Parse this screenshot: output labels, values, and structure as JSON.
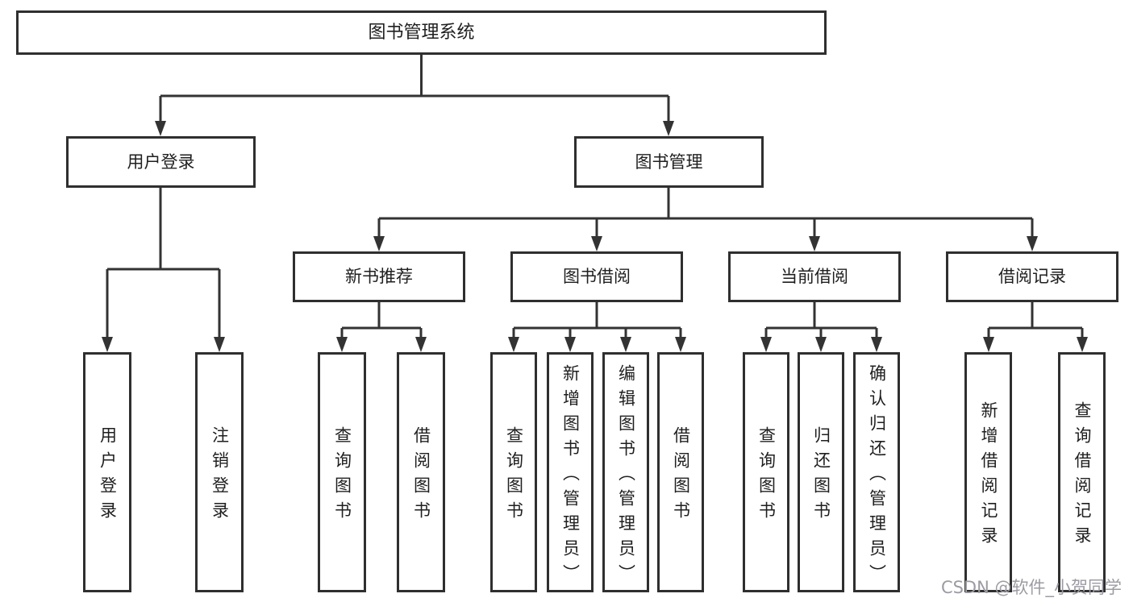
{
  "diagram": {
    "title": "图书管理系统",
    "line_color": "#333333",
    "box_border_color": "#2f2f2f",
    "text_color": "#1f1f1f",
    "nodes": {
      "root": "图书管理系统",
      "user_login": "用户登录",
      "book_mgmt": "图书管理",
      "new_book_rec": "新书推荐",
      "book_borrow": "图书借阅",
      "current_borrow": "当前借阅",
      "borrow_records": "借阅记录",
      "leaf_user_login": "用户登录",
      "leaf_logout": "注销登录",
      "rec_query_book": "查询图书",
      "rec_borrow_book": "借阅图书",
      "bb_query_book": "查询图书",
      "bb_add_book": "新增图书（管理员）",
      "bb_edit_book": "编辑图书（管理员）",
      "bb_borrow_book": "借阅图书",
      "cb_query_book": "查询图书",
      "cb_return_book": "归还图书",
      "cb_confirm_return": "确认归还（管理员）",
      "br_add_record": "新增借阅记录",
      "br_query_record": "查询借阅记录"
    },
    "hierarchy": {
      "图书管理系统": {
        "用户登录": [
          "用户登录",
          "注销登录"
        ],
        "图书管理": {
          "新书推荐": [
            "查询图书",
            "借阅图书"
          ],
          "图书借阅": [
            "查询图书",
            "新增图书（管理员）",
            "编辑图书（管理员）",
            "借阅图书"
          ],
          "当前借阅": [
            "查询图书",
            "归还图书",
            "确认归还（管理员）"
          ],
          "借阅记录": [
            "新增借阅记录",
            "查询借阅记录"
          ]
        }
      }
    }
  },
  "watermark": {
    "text": "CSDN @软件_小贺同学",
    "color": "#9b9ba3"
  }
}
